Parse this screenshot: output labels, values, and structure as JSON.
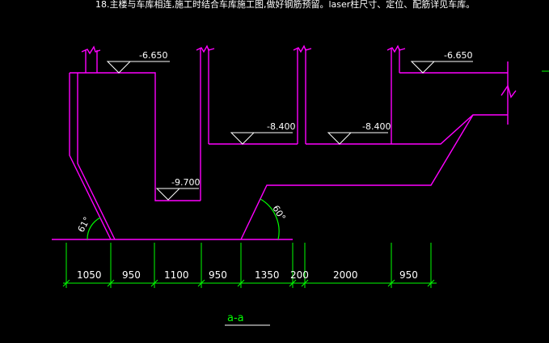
{
  "note_text": "18.主楼与车库相连,施工时结合车库施工图,做好钢筋预留。laser柱尺寸、定位、配筋详见车库。",
  "elevations": [
    "-6.650",
    "-6.650",
    "-8.400",
    "-8.400",
    "-9.700"
  ],
  "angles": [
    "61°",
    "60°"
  ],
  "dimensions": [
    "1050",
    "950",
    "1100",
    "950",
    "1350",
    "200",
    "2000",
    "950"
  ],
  "section_label": "a-a",
  "colors": {
    "background": "#000000",
    "section_line": "#ff00ff",
    "dimension_line": "#00ff00",
    "text": "#ffffff",
    "annotation": "#ffffff"
  }
}
